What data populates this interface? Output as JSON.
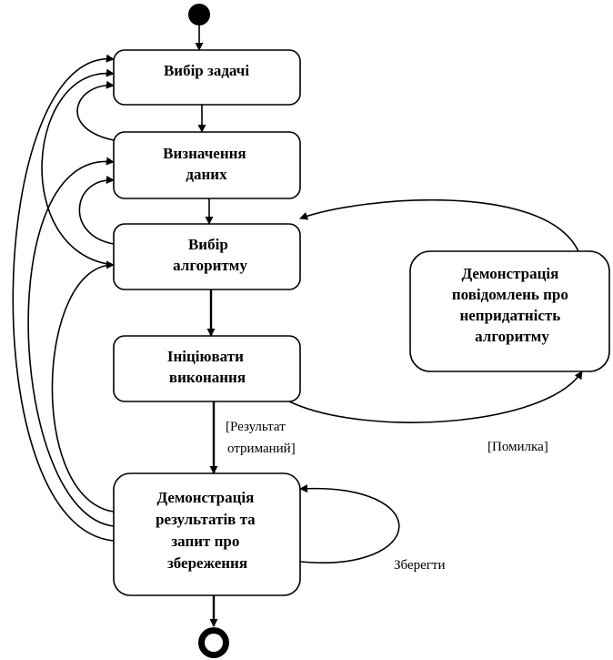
{
  "states": {
    "choose_task": [
      "Вибір задачі"
    ],
    "define_data": [
      "Визначення",
      "даних"
    ],
    "choose_algorithm": [
      "Вибір",
      "алгоритму"
    ],
    "init_execution": [
      "Ініціювати",
      "виконання"
    ],
    "show_results": [
      "Демонстрація",
      "результатів та",
      "запит про",
      "збереження"
    ],
    "show_error": [
      "Демонстрація",
      "повідомлень про",
      "непридатність",
      "алгоритму"
    ]
  },
  "transitions": {
    "result_received": [
      "[Результат",
      "отриманий]"
    ],
    "error": "[Помилка]",
    "save": "Зберегти"
  },
  "colors": {
    "line": "#000000",
    "fill": "#ffffff"
  }
}
